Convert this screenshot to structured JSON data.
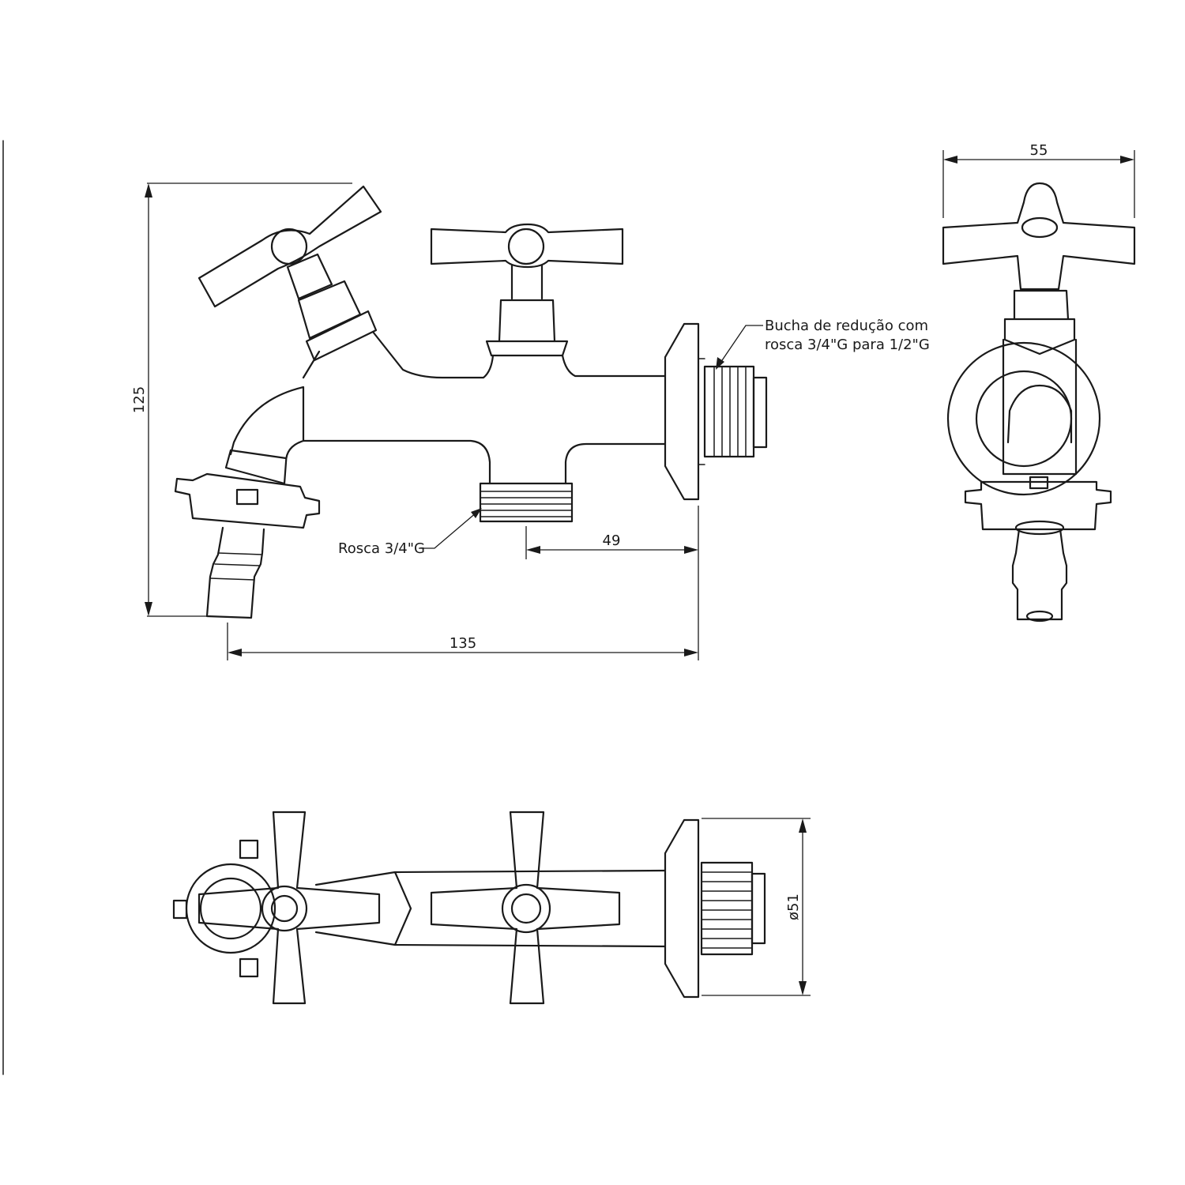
{
  "dimensions": {
    "height": "125",
    "width": "135",
    "outlet_offset": "49",
    "side_width": "55",
    "flange_diameter": "ø51"
  },
  "annotations": {
    "thread_label": "Rosca 3/4\"G",
    "reducer_line1": "Bucha de redução com",
    "reducer_line2": "rosca 3/4\"G para 1/2\"G"
  }
}
